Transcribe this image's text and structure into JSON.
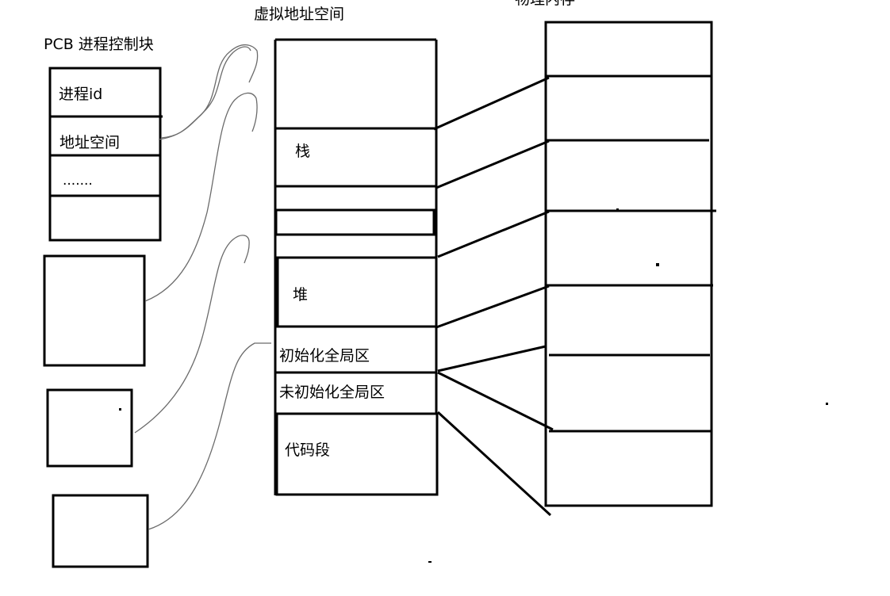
{
  "titles": {
    "pcb": "PCB 进程控制块",
    "virtual": "虚拟地址空间",
    "physical": "物理内存"
  },
  "pcb_fields": [
    "进程id",
    "地址空间",
    "......."
  ],
  "virtual_segments": {
    "stack": "栈",
    "heap": "堆",
    "init_global": "初始化全局区",
    "uninit_global": "未初始化全局区",
    "code": "代码段"
  },
  "colors": {
    "ink": "#000000",
    "thin_curve": "#6b6b6b",
    "background": "#ffffff"
  }
}
